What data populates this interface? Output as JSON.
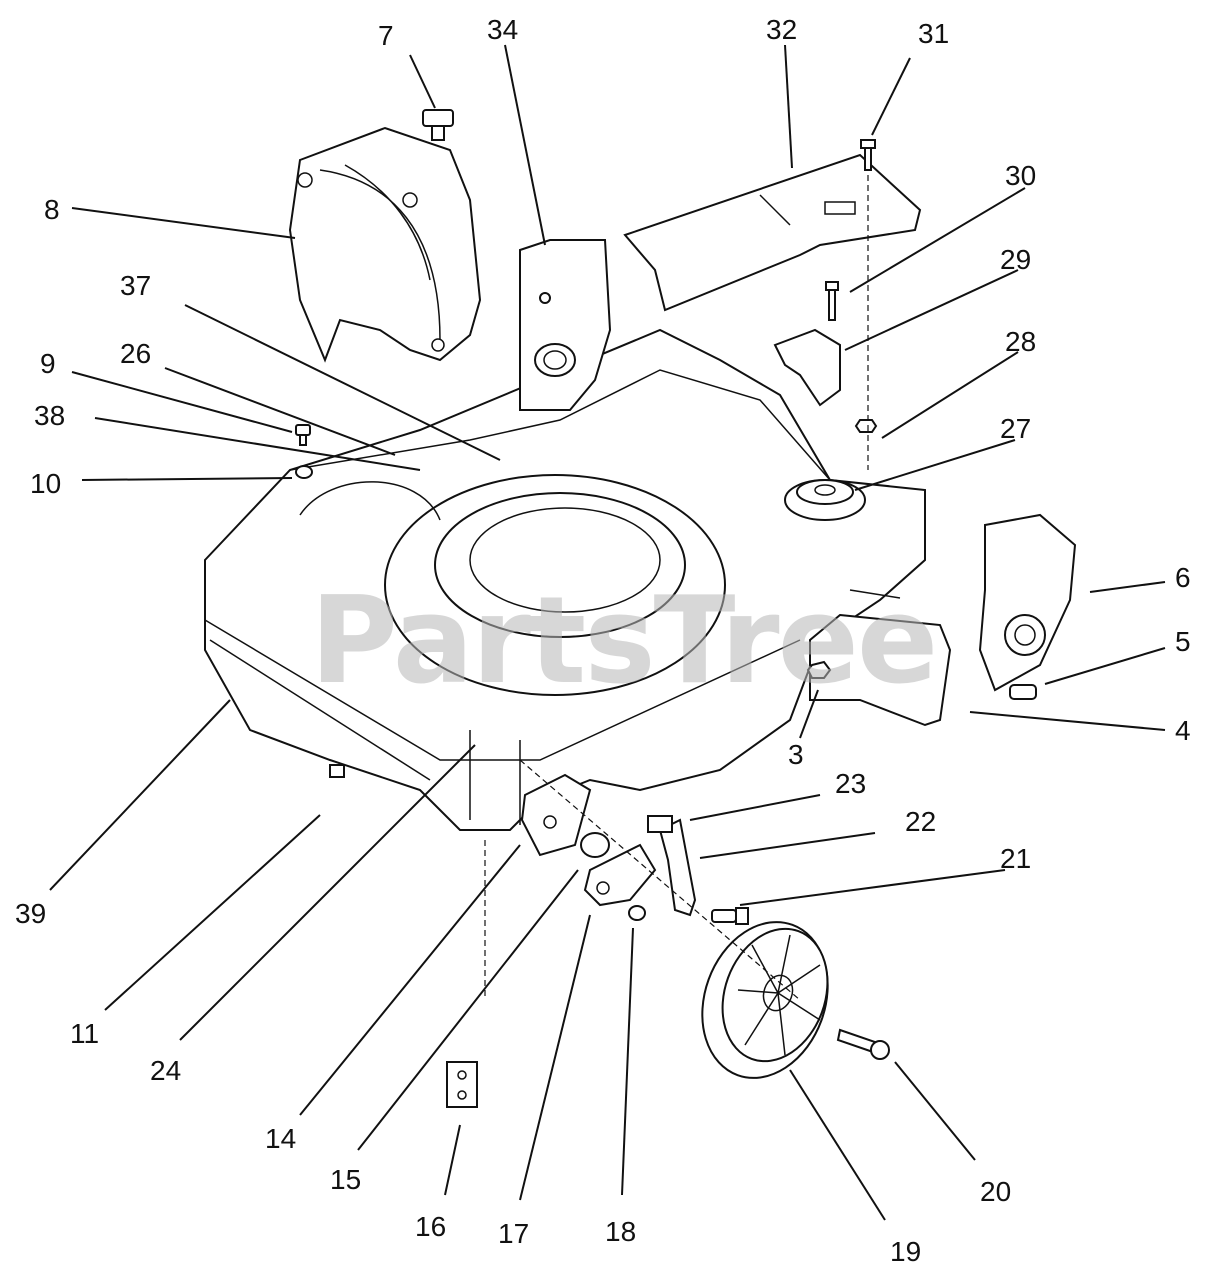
{
  "watermark": "PartsTree",
  "callouts": {
    "c3": "3",
    "c4": "4",
    "c5": "5",
    "c6": "6",
    "c7": "7",
    "c8": "8",
    "c9": "9",
    "c10": "10",
    "c11": "11",
    "c14": "14",
    "c15": "15",
    "c16": "16",
    "c17": "17",
    "c18": "18",
    "c19": "19",
    "c20": "20",
    "c21": "21",
    "c22": "22",
    "c23": "23",
    "c24": "24",
    "c26": "26",
    "c27": "27",
    "c28": "28",
    "c29": "29",
    "c30": "30",
    "c31": "31",
    "c32": "32",
    "c34": "34",
    "c37": "37",
    "c38": "38",
    "c39": "39"
  }
}
